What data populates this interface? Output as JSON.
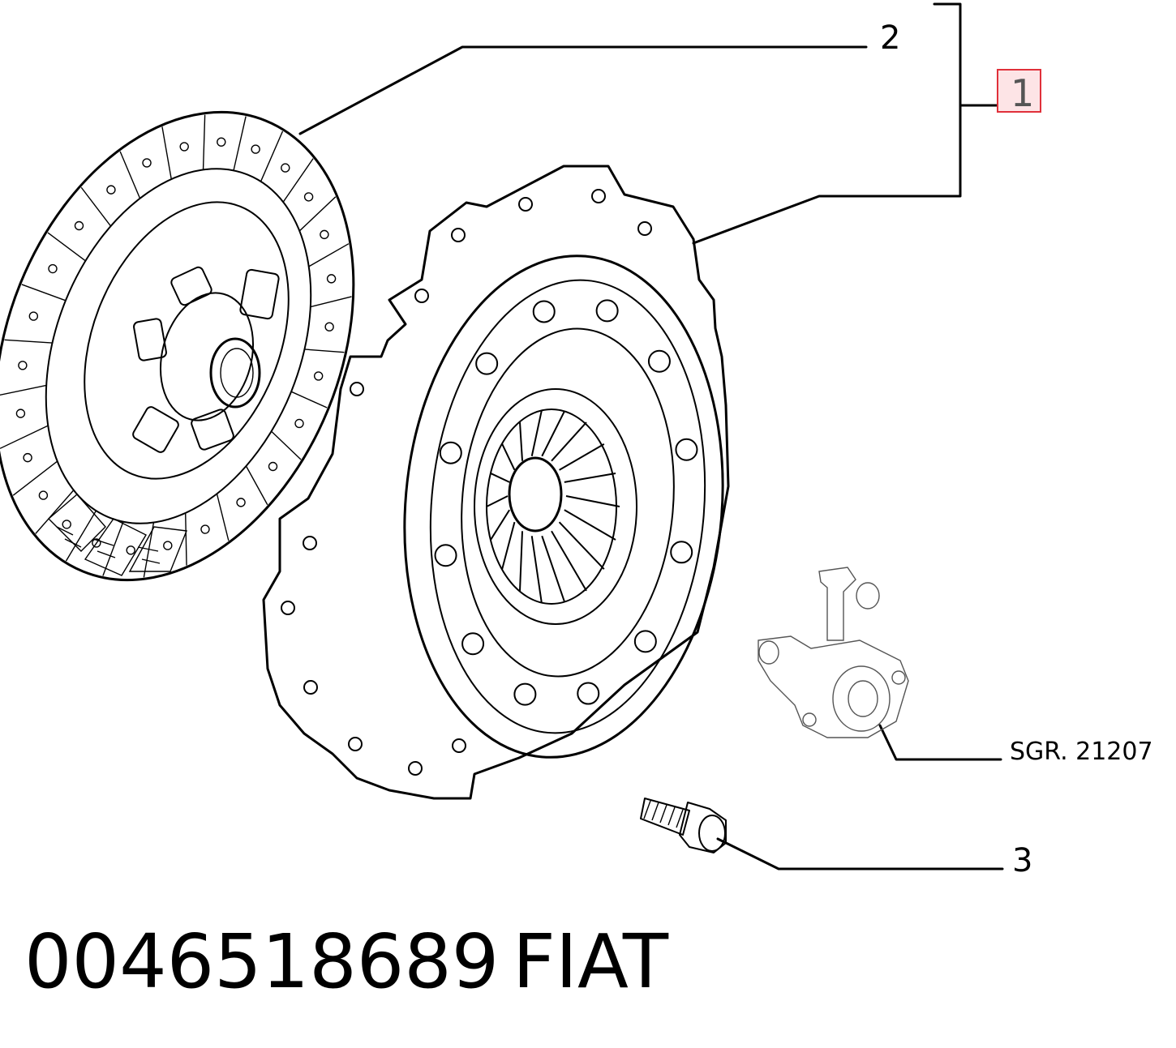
{
  "labels": {
    "part_1": "1",
    "part_2": "2",
    "part_3": "3",
    "sgr_ref": "SGR. 21207"
  },
  "footer": {
    "part_number": "0046518689",
    "brand": "FIAT"
  },
  "colors": {
    "highlight_box_fill": "#fde4e6",
    "highlight_box_stroke": "#e0303a"
  }
}
